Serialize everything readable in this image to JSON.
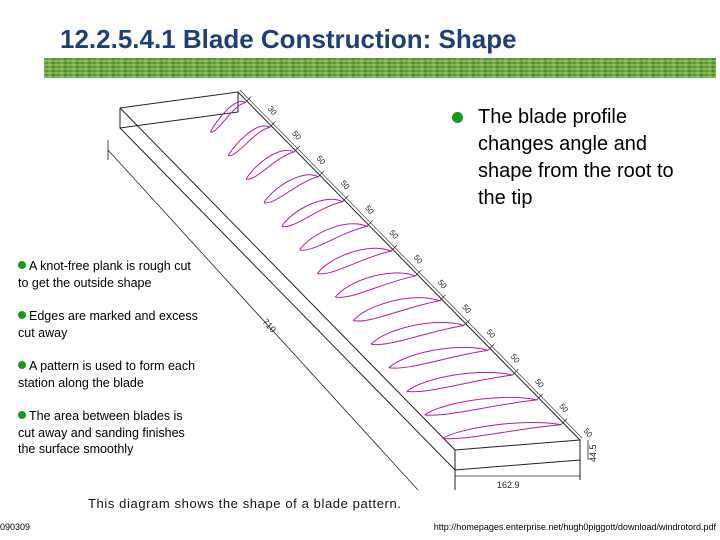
{
  "slide": {
    "title": "12.2.5.4.1 Blade Construction: Shape",
    "main_bullet": "The blade profile changes angle and shape from the root to the tip",
    "side_bullets": [
      "A knot-free plank is rough cut to get the outside shape",
      "Edges are marked and excess cut away",
      "A pattern is used to form each station along the blade",
      "The area between blades is cut away and sanding finishes the surface smoothly"
    ],
    "caption": "This diagram shows the shape of a blade pattern.",
    "footer_left": "090309",
    "footer_right": "http://homepages.enterprise.net/hugh0piggott/download/windrotord.pdf"
  },
  "diagram": {
    "station_labels": [
      "30",
      "50",
      "50",
      "50",
      "50",
      "50",
      "50",
      "50",
      "50",
      "50",
      "50",
      "50",
      "50",
      "50"
    ],
    "length_label": "710",
    "width_label": "162.9",
    "height_label": "44.5",
    "colors": {
      "profile": "#b0209a",
      "outline": "#222222"
    }
  }
}
